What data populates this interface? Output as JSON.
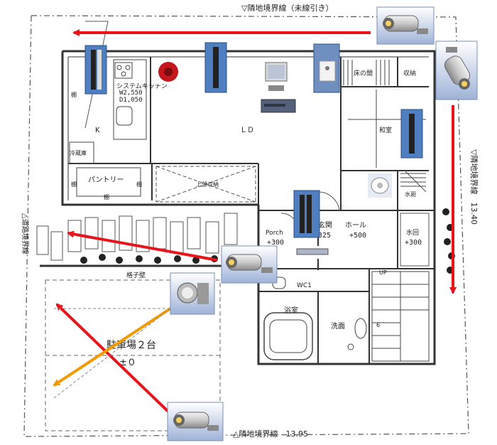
{
  "boundary": {
    "top": "▽隣地境界線（未線引き）",
    "right": "▽隣地境界線　13.40",
    "bottom": "△隣地境界線　13.95",
    "left": "△道路境界線"
  },
  "rooms": {
    "system_kitchen": "システムキッチン",
    "kitchen_w": "W2,550",
    "kitchen_d": "D1,050",
    "tana": "棚",
    "k": "K",
    "fridge": "冷蔵庫",
    "pantry": "パントリー",
    "ld": "ＬＤ",
    "upper_storage": "上部収納",
    "tokonoma": "床の間",
    "shuno": "収納",
    "washitsu": "和室",
    "mizumawari": "水廻",
    "hall": "ホール",
    "hall_level": "+500",
    "genkan": "玄関",
    "genkan_level": "325",
    "porch": "Porch",
    "porch_level": "+300",
    "mizumawari2": "水回",
    "mizumawari2_level": "+300",
    "wc": "WC1",
    "bath": "浴室",
    "senmen": "洗面",
    "koushi": "格子壁",
    "parking": "駐車場２台",
    "parking_level": "±０",
    "up": "UP",
    "stair_no": "6"
  },
  "colors": {
    "red_arrow": "#e8141c",
    "orange_arrow": "#f39a00",
    "wall": "#333333",
    "device_blue": "#4f7fc0"
  },
  "icons": {
    "camera": "security-camera-icon",
    "sensor": "door-sensor-icon",
    "alarm": "alarm-bell-icon",
    "monitor": "monitor-icon",
    "recorder": "recorder-icon",
    "intercom": "intercom-icon",
    "light": "flood-light-icon",
    "speaker": "speaker-icon",
    "lock": "electric-lock-icon"
  }
}
